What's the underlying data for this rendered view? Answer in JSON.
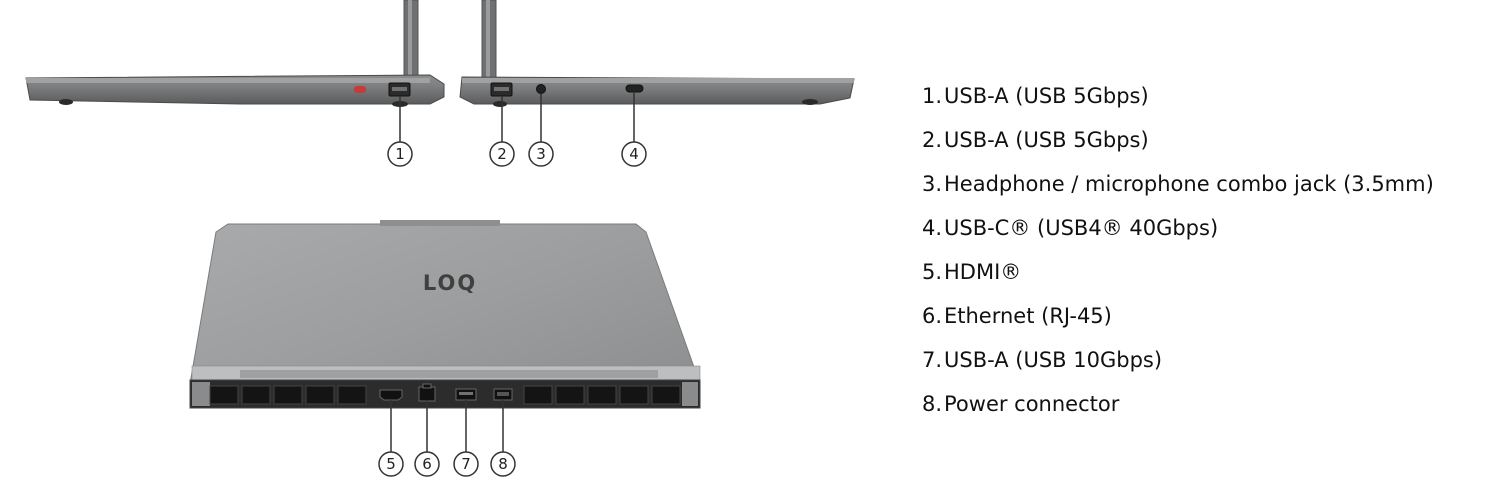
{
  "logo": "LOQ",
  "callouts": [
    "1",
    "2",
    "3",
    "4",
    "5",
    "6",
    "7",
    "8"
  ],
  "ports": [
    {
      "number": "1.",
      "label": "USB-A (USB 5Gbps)"
    },
    {
      "number": "2.",
      "label": "USB-A (USB 5Gbps)"
    },
    {
      "number": "3.",
      "label": "Headphone / microphone combo jack (3.5mm)"
    },
    {
      "number": "4.",
      "label": "USB-C® (USB4® 40Gbps)"
    },
    {
      "number": "5.",
      "label": "HDMI®"
    },
    {
      "number": "6.",
      "label": "Ethernet (RJ-45)"
    },
    {
      "number": "7.",
      "label": "USB-A (USB 10Gbps)"
    },
    {
      "number": "8.",
      "label": "Power connector"
    }
  ]
}
